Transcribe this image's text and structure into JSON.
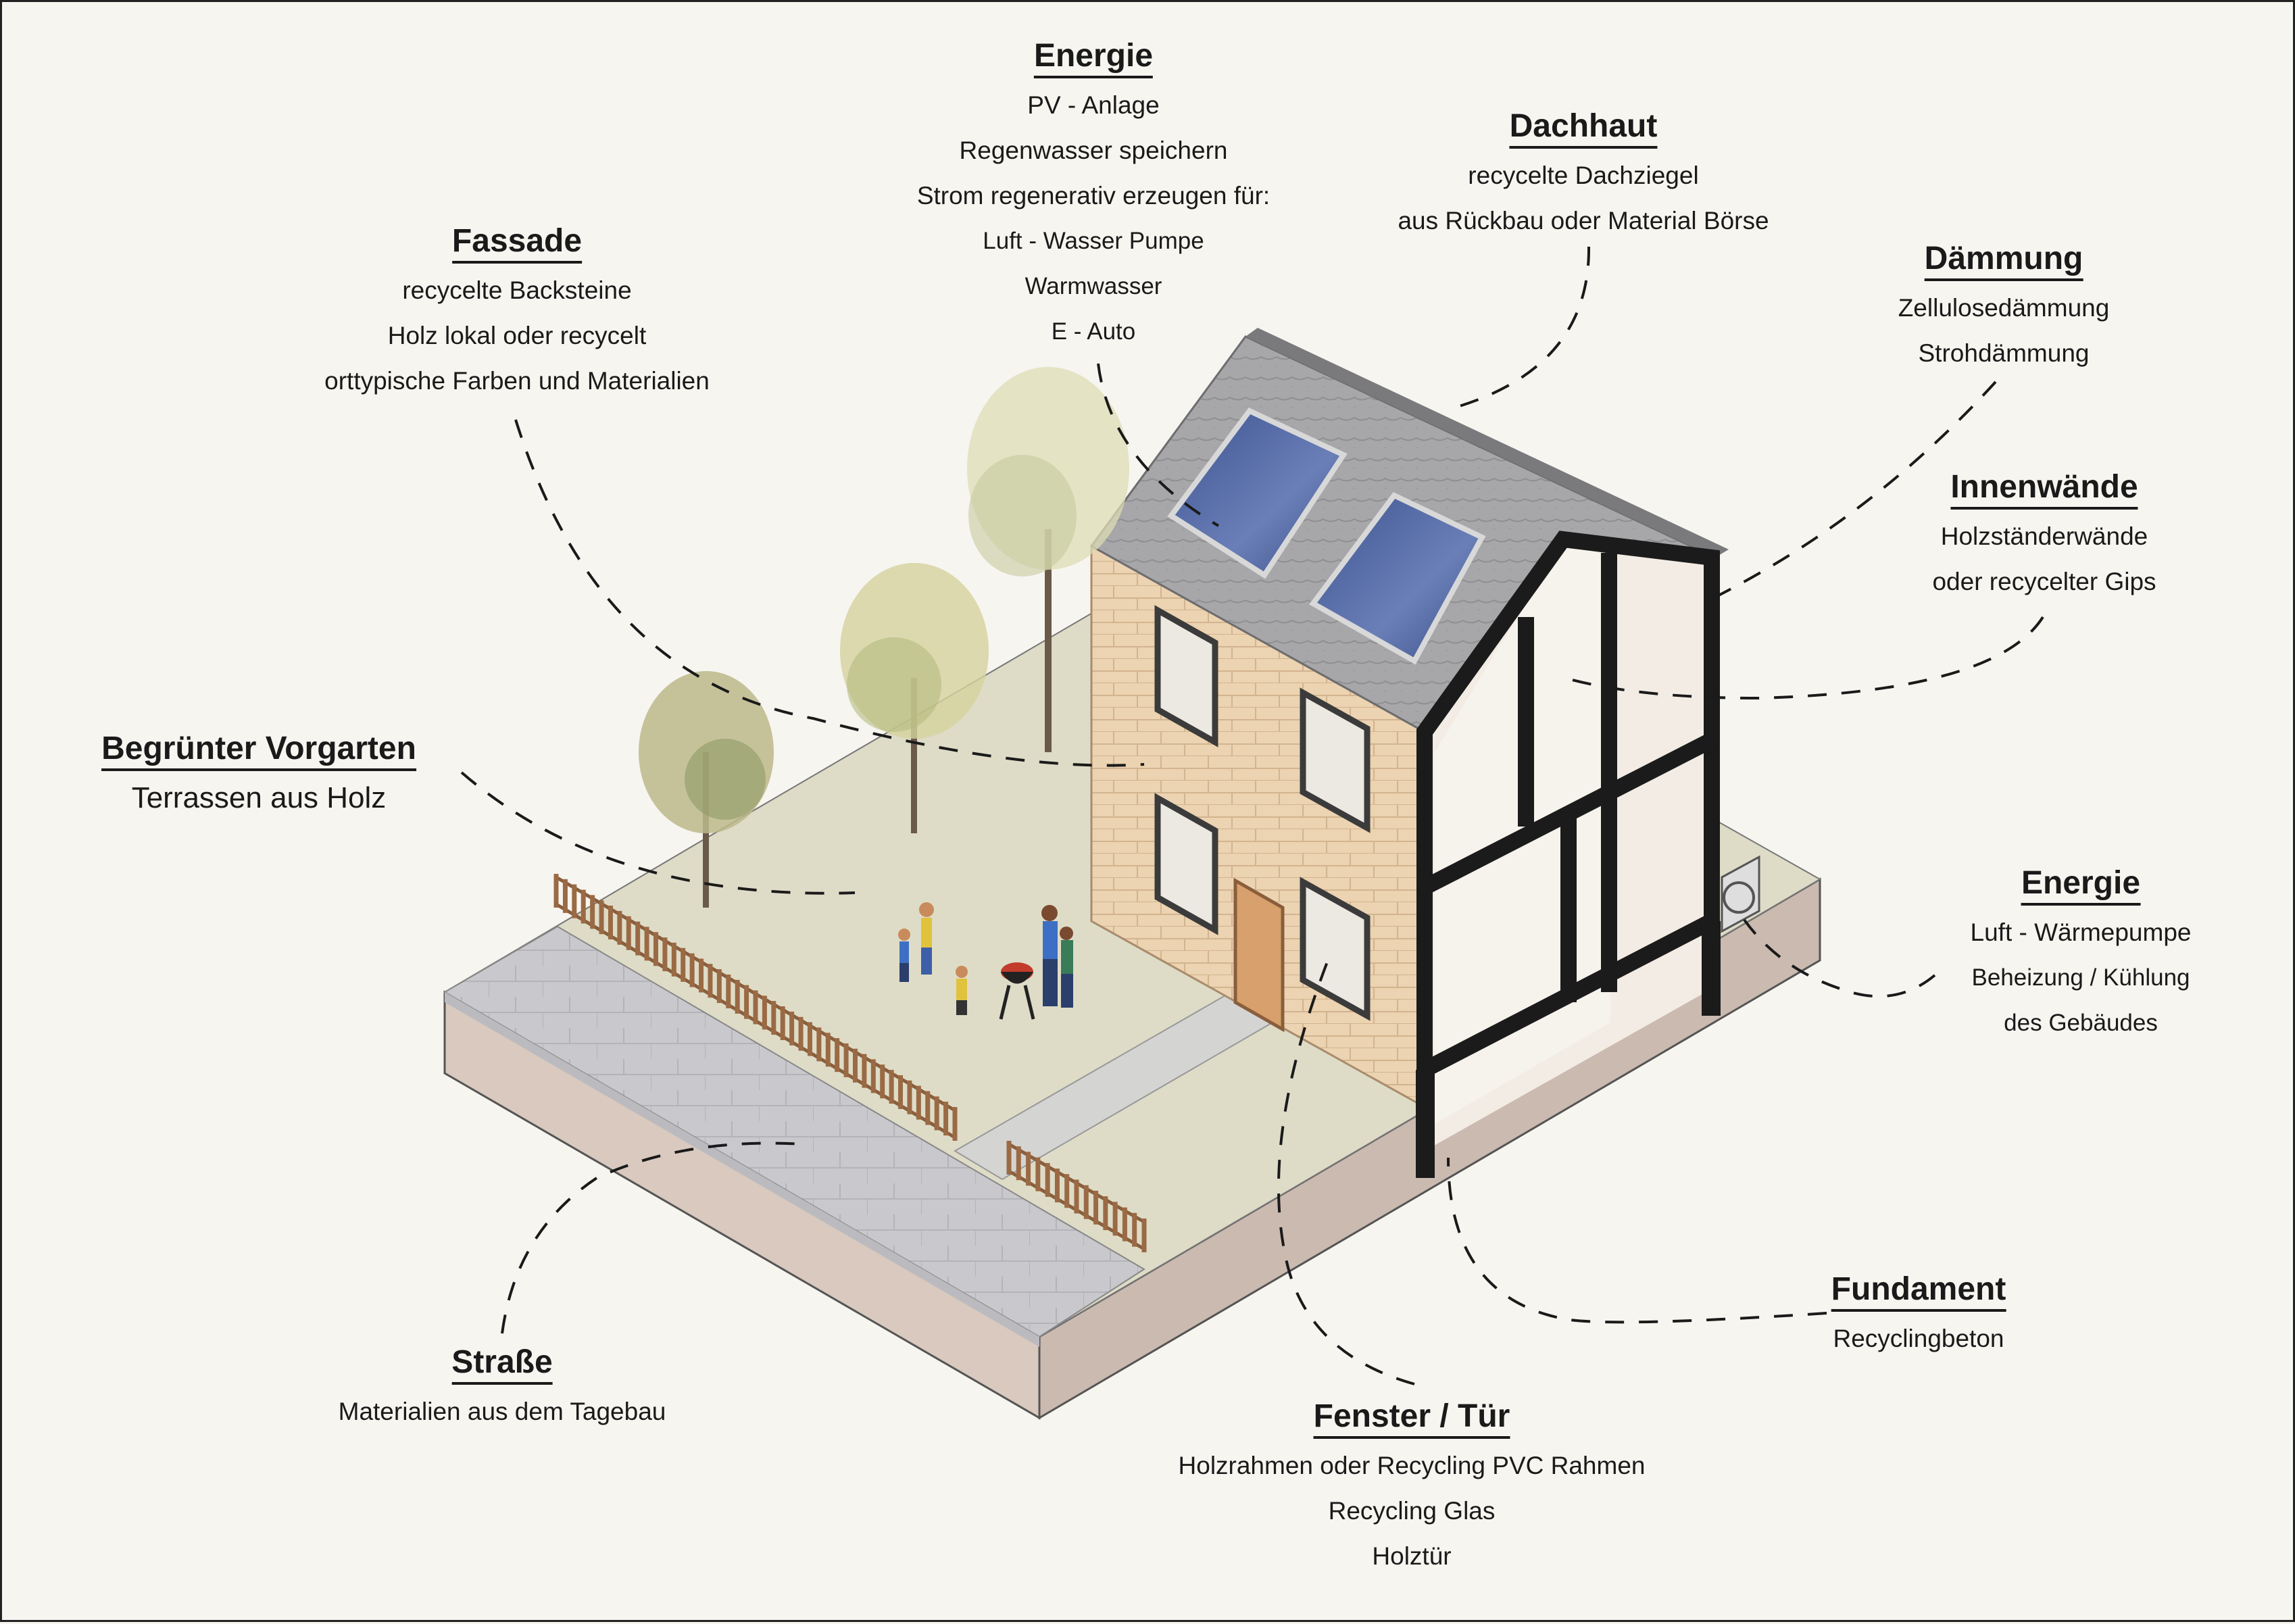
{
  "labels": {
    "energie_top": {
      "title": "Energie",
      "lines": [
        "PV - Anlage",
        "Regenwasser speichern",
        "Strom regenerativ erzeugen für:",
        "Luft - Wasser Pumpe",
        "Warmwasser",
        "E - Auto"
      ]
    },
    "dachhaut": {
      "title": "Dachhaut",
      "lines": [
        "recycelte Dachziegel",
        "aus Rückbau oder Material Börse"
      ]
    },
    "fassade": {
      "title": "Fassade",
      "lines": [
        "recycelte Backsteine",
        "Holz lokal oder recycelt",
        "orttypische Farben und Materialien"
      ]
    },
    "daemmung": {
      "title": "Dämmung",
      "lines": [
        "Zellulosedämmung",
        "Strohdämmung"
      ]
    },
    "innenwaende": {
      "title": "Innenwände",
      "lines": [
        "Holzständerwände",
        "oder recycelter Gips"
      ]
    },
    "vorgarten": {
      "title": "Begrünter Vorgarten",
      "lines": [
        "Terrassen aus Holz"
      ]
    },
    "energie_right": {
      "title": "Energie",
      "lines": [
        "Luft - Wärmepumpe",
        "Beheizung / Kühlung",
        "des Gebäudes"
      ]
    },
    "fundament": {
      "title": "Fundament",
      "lines": [
        "Recyclingbeton"
      ]
    },
    "strasse": {
      "title": "Straße",
      "lines": [
        "Materialien aus dem Tagebau"
      ]
    },
    "fenster": {
      "title": "Fenster / Tür",
      "lines": [
        "Holzrahmen oder Recycling PVC Rahmen",
        "Recycling Glas",
        "Holztür"
      ]
    }
  },
  "colors": {
    "background": "#f7f5f0",
    "grass": "#ddddc6",
    "brick": "#ecd3b1",
    "roof": "#a9a9a9",
    "solar": "#4a5f9a",
    "frame": "#1b1b1b",
    "ground": "#d8c8bd",
    "street": "#c4c4c8",
    "fence": "#9a6a45"
  }
}
